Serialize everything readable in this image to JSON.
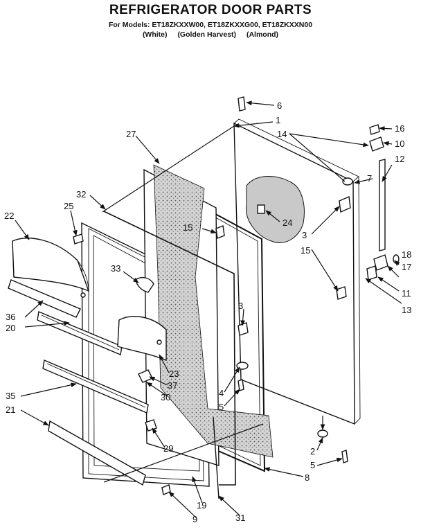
{
  "header": {
    "title": "REFRIGERATOR DOOR PARTS",
    "models_line": "For Models: ET18ZKXXW00, ET18ZKXXG00, ET18ZKXXN00",
    "finishes": [
      "(White)",
      "(Golden Harvest)",
      "(Almond)"
    ]
  },
  "callouts": {
    "c1": "1",
    "c2": "2",
    "c3a": "3",
    "c3b": "3",
    "c4": "4",
    "c5a": "5",
    "c5b": "5",
    "c6": "6",
    "c7": "7",
    "c8": "8",
    "c9": "9",
    "c10": "10",
    "c11": "11",
    "c12": "12",
    "c13": "13",
    "c14": "14",
    "c15a": "15",
    "c15b": "15",
    "c16": "16",
    "c17": "17",
    "c18": "18",
    "c19": "19",
    "c20": "20",
    "c21": "21",
    "c22": "22",
    "c23": "23",
    "c24": "24",
    "c25": "25",
    "c27": "27",
    "c29": "29",
    "c30": "30",
    "c31": "31",
    "c32": "32",
    "c33": "33",
    "c35": "35",
    "c36": "36",
    "c37": "37"
  }
}
